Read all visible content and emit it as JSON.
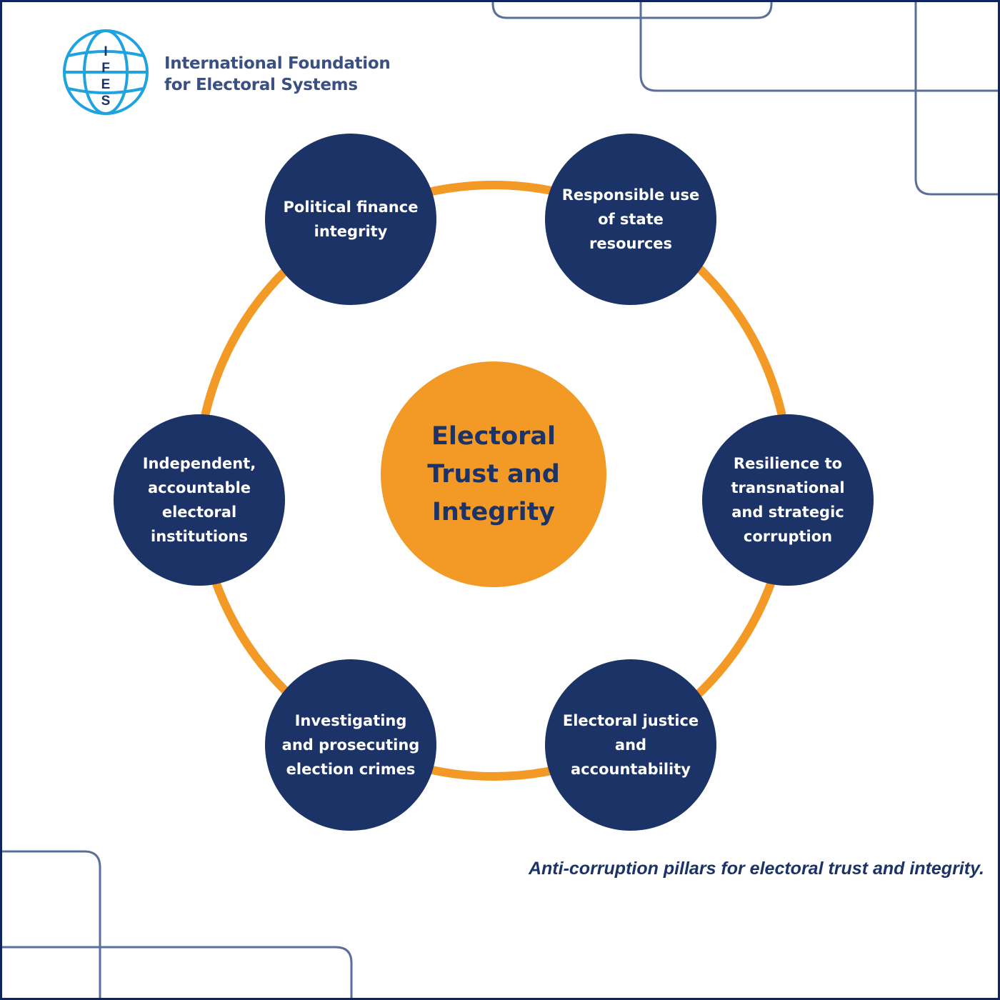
{
  "organization": {
    "logo_letters": "IFES",
    "name_line1": "International Foundation",
    "name_line2": "for Electoral Systems"
  },
  "diagram": {
    "center_label": "Electoral Trust and Integrity",
    "pillars": [
      {
        "label": "Political finance integrity"
      },
      {
        "label": "Responsible use of state resources"
      },
      {
        "label": "Resilience to transnational and strategic corruption"
      },
      {
        "label": "Electoral justice and accountability"
      },
      {
        "label": "Investigating and prosecuting election crimes"
      },
      {
        "label": "Independent, accountable electoral institutions"
      }
    ]
  },
  "caption": "Anti-corruption pillars for electoral trust and integrity.",
  "colors": {
    "navy": "#1c3368",
    "orange": "#f39a26",
    "logo_blue": "#1fa3e0"
  }
}
